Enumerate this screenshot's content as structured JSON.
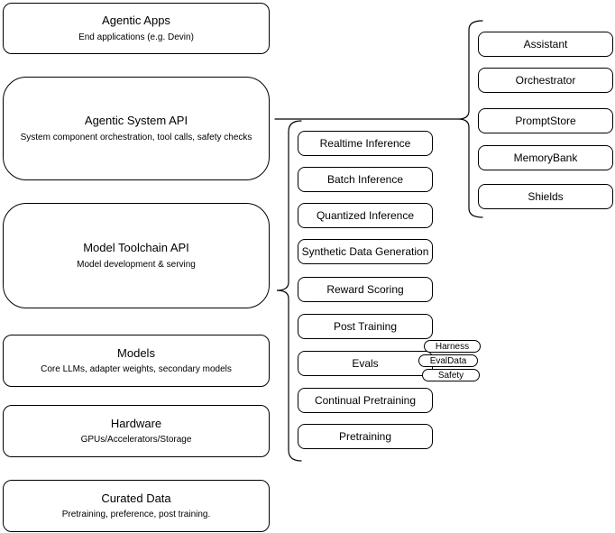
{
  "diagram": {
    "colors": {
      "stroke": "#000000",
      "background": "#ffffff",
      "text": "#000000"
    },
    "stack_boxes": [
      {
        "title": "Agentic Apps",
        "subtitle": "End applications (e.g. Devin)"
      },
      {
        "title": "Agentic System API",
        "subtitle": "System component orchestration, tool calls, safety checks"
      },
      {
        "title": "Model Toolchain API",
        "subtitle": "Model development & serving"
      },
      {
        "title": "Models",
        "subtitle": "Core LLMs, adapter weights, secondary models"
      },
      {
        "title": "Hardware",
        "subtitle": "GPUs/Accelerators/Storage"
      },
      {
        "title": "Curated Data",
        "subtitle": "Pretraining, preference, post training."
      }
    ],
    "toolchain_items": [
      "Realtime Inference",
      "Batch Inference",
      "Quantized Inference",
      "Synthetic Data Generation",
      "Reward Scoring",
      "Post Training",
      "Evals",
      "Continual Pretraining",
      "Pretraining"
    ],
    "evals_tags": [
      "Harness",
      "EvalData",
      "Safety"
    ],
    "system_components": [
      "Assistant",
      "Orchestrator",
      "PromptStore",
      "MemoryBank",
      "Shields"
    ]
  }
}
